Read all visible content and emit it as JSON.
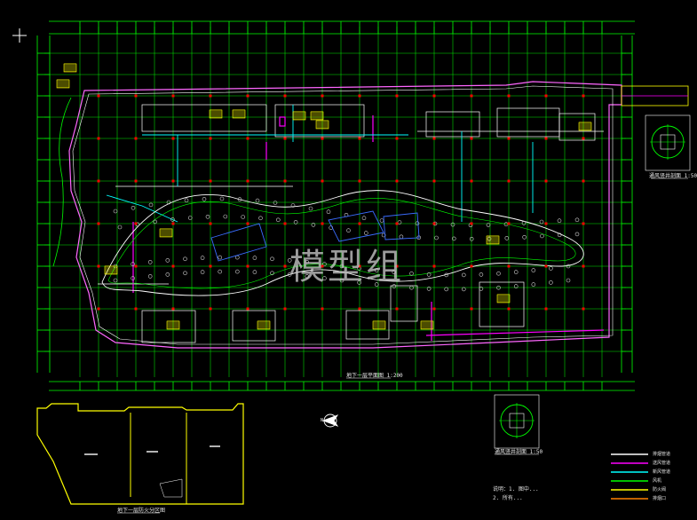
{
  "watermark": "模型组",
  "north_label": "N",
  "captions": {
    "main_plan": "地下一层平面图 1:200",
    "detail_right": "通风竖井剖面 1:50",
    "detail_bottom": "通风竖井剖面 1:50",
    "bottom_left_plan": "地下一层防火分区图"
  },
  "notes": [
    "说明：1. 图中...",
    "2. 所有..."
  ],
  "colors": {
    "background": "#000000",
    "axis_grid": "#00ff00",
    "walls": "#ffffff",
    "columns": "#ff0000",
    "ducts": "#ff00ff",
    "pipes": "#00ffff",
    "fire_zone": "#ffff00",
    "stairs": "#ffff00"
  },
  "legend": [
    {
      "color": "#ffffff",
      "label": "排烟管道"
    },
    {
      "color": "#ff00ff",
      "label": "送风管道"
    },
    {
      "color": "#00ffff",
      "label": "新风管道"
    },
    {
      "color": "#00ff00",
      "label": "风机"
    },
    {
      "color": "#ffff00",
      "label": "防火阀"
    },
    {
      "color": "#ff8000",
      "label": "排烟口"
    }
  ]
}
